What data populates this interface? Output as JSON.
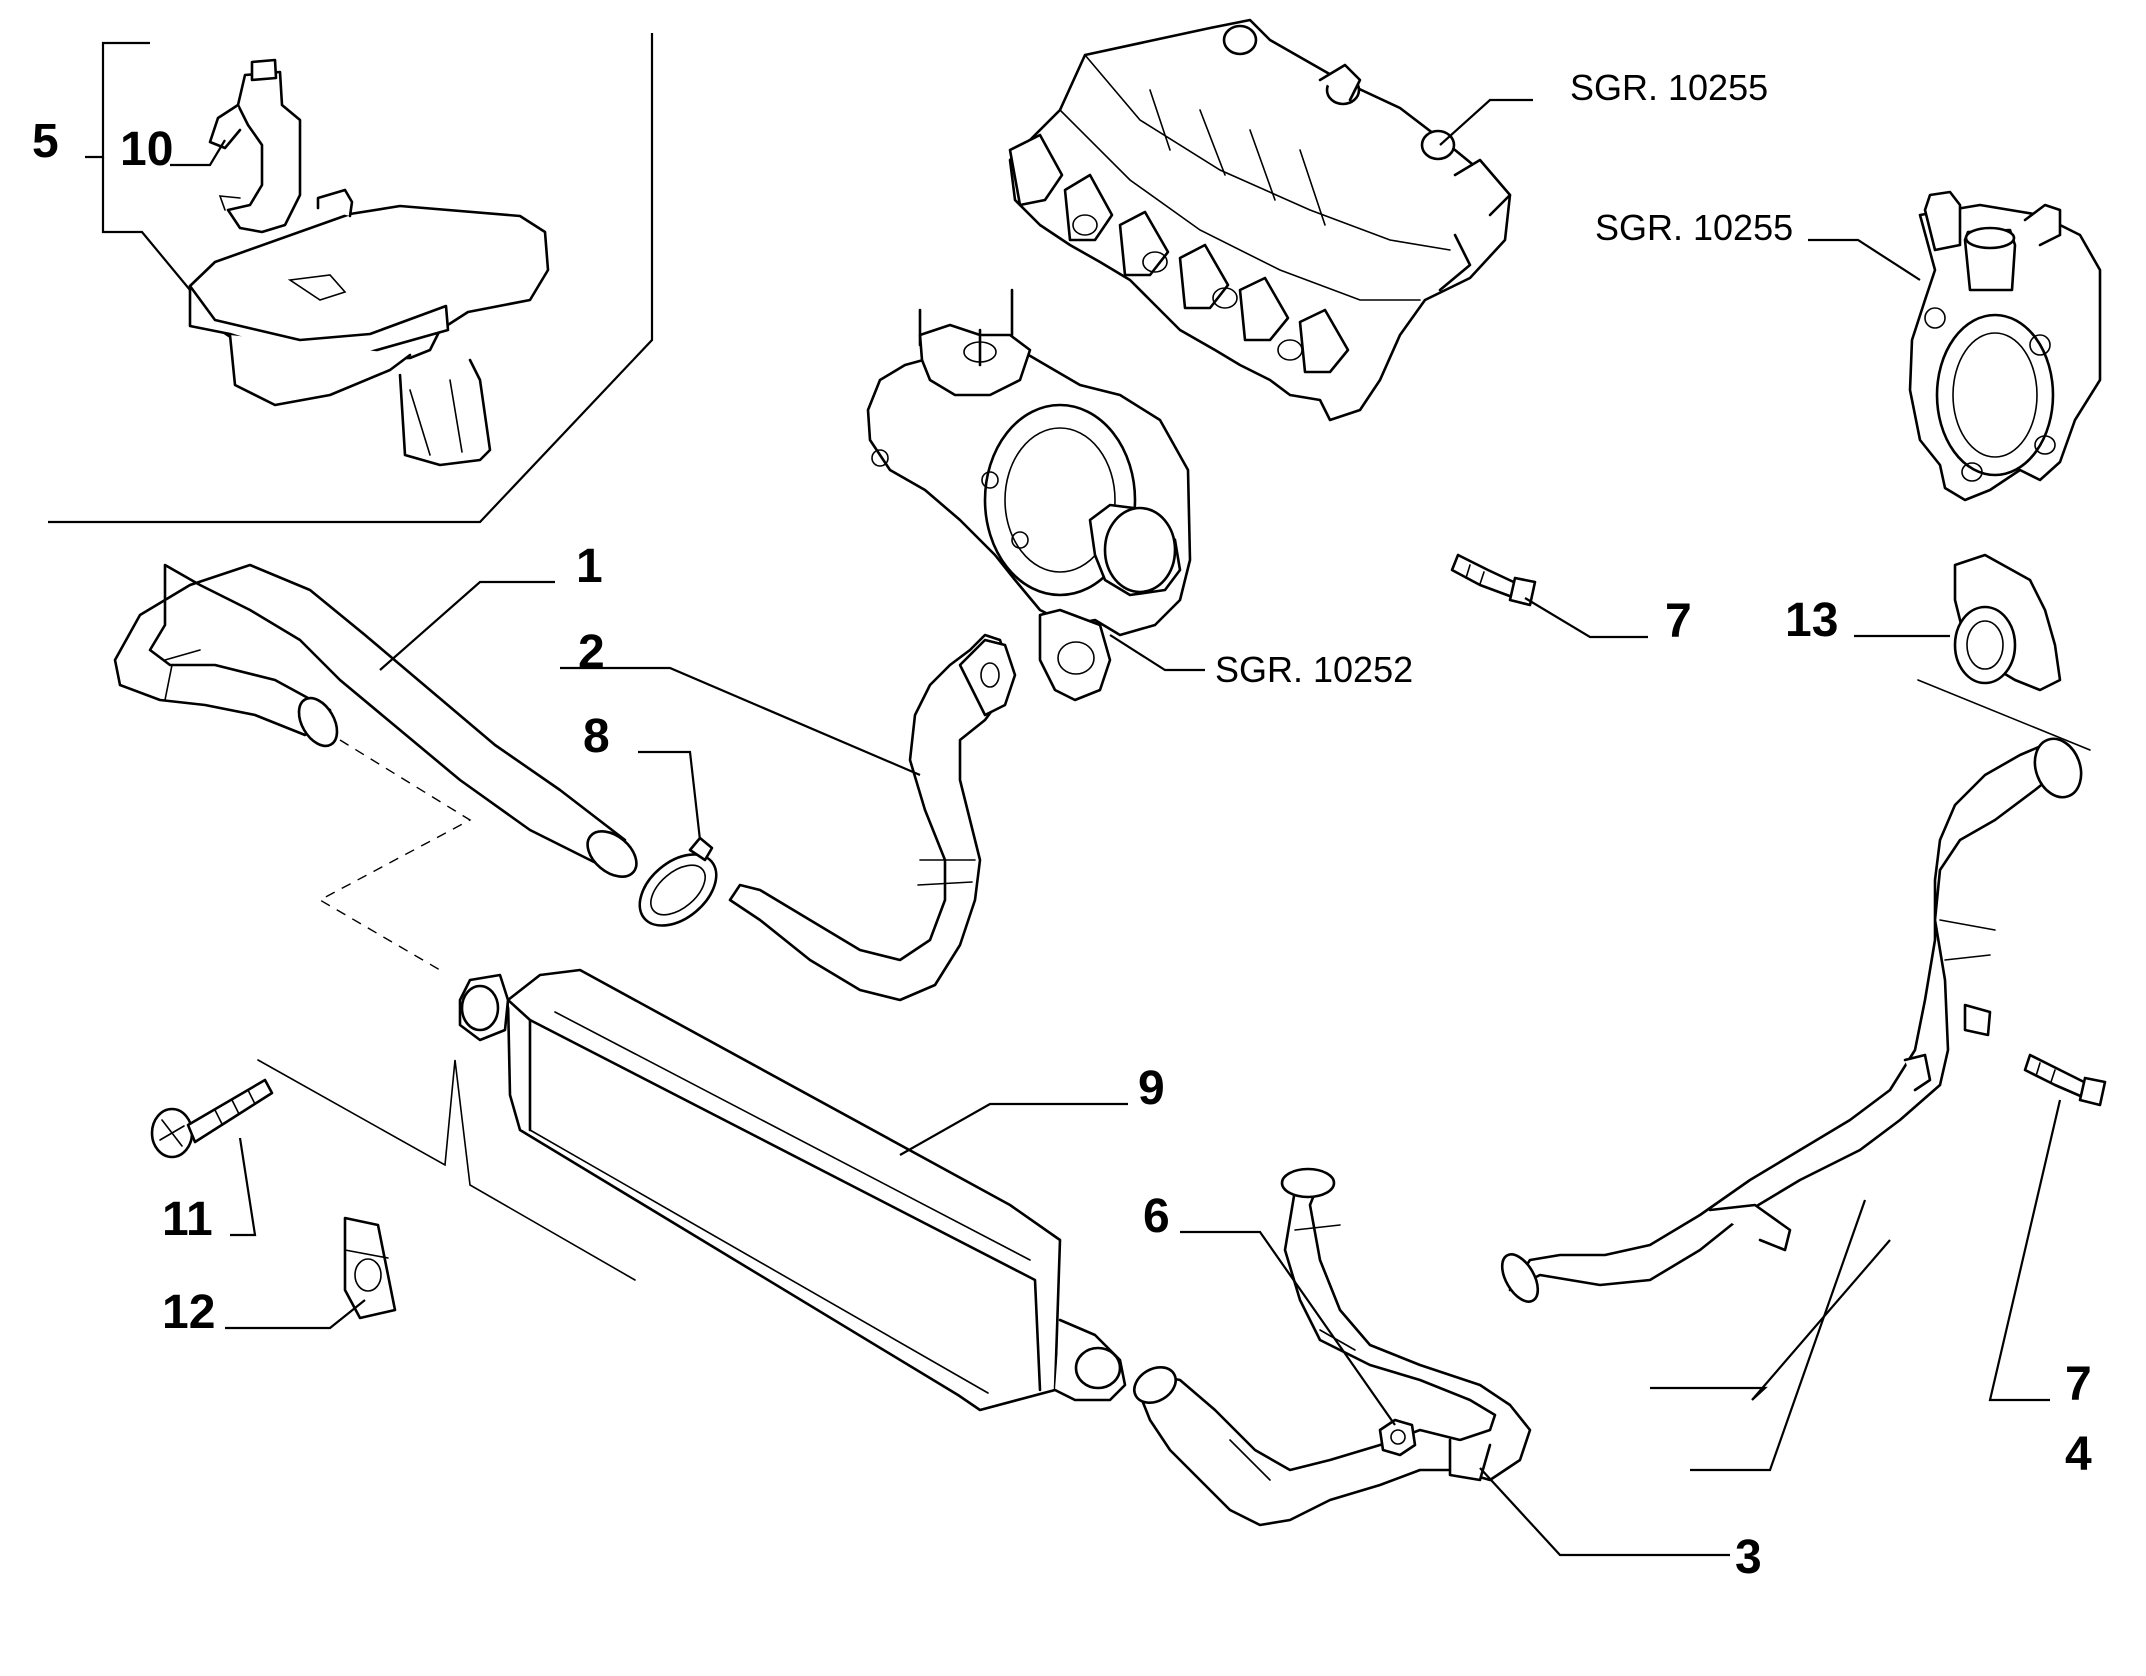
{
  "callouts": {
    "c1": "1",
    "c2": "2",
    "c3": "3",
    "c4": "4",
    "c5": "5",
    "c6": "6",
    "c7a": "7",
    "c7b": "7",
    "c8": "8",
    "c9": "9",
    "c10": "10",
    "c11": "11",
    "c12": "12",
    "c13": "13"
  },
  "references": {
    "manifold": "SGR. 10255",
    "throttle_body": "SGR. 10255",
    "turbocharger": "SGR. 10252"
  },
  "colors": {
    "line": "#000000",
    "background": "#ffffff"
  }
}
